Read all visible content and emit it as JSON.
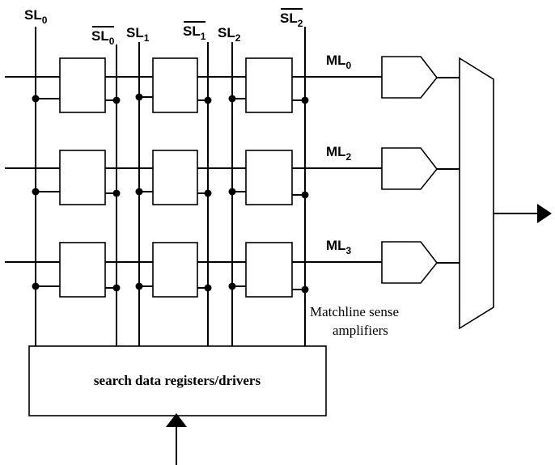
{
  "search_lines": [
    {
      "base": "SL",
      "sub": "0",
      "bar": false
    },
    {
      "base": "SL",
      "sub": "0",
      "bar": true
    },
    {
      "base": "SL",
      "sub": "1",
      "bar": false
    },
    {
      "base": "SL",
      "sub": "1",
      "bar": true
    },
    {
      "base": "SL",
      "sub": "2",
      "bar": false
    },
    {
      "base": "SL",
      "sub": "2",
      "bar": true
    }
  ],
  "match_lines": [
    {
      "base": "ML",
      "sub": "0"
    },
    {
      "base": "ML",
      "sub": "2"
    },
    {
      "base": "ML",
      "sub": "3"
    }
  ],
  "sense_amp_caption": {
    "line1": "Matchline sense",
    "line2": "amplifiers"
  },
  "register_block": {
    "label": "search data registers/drivers"
  }
}
